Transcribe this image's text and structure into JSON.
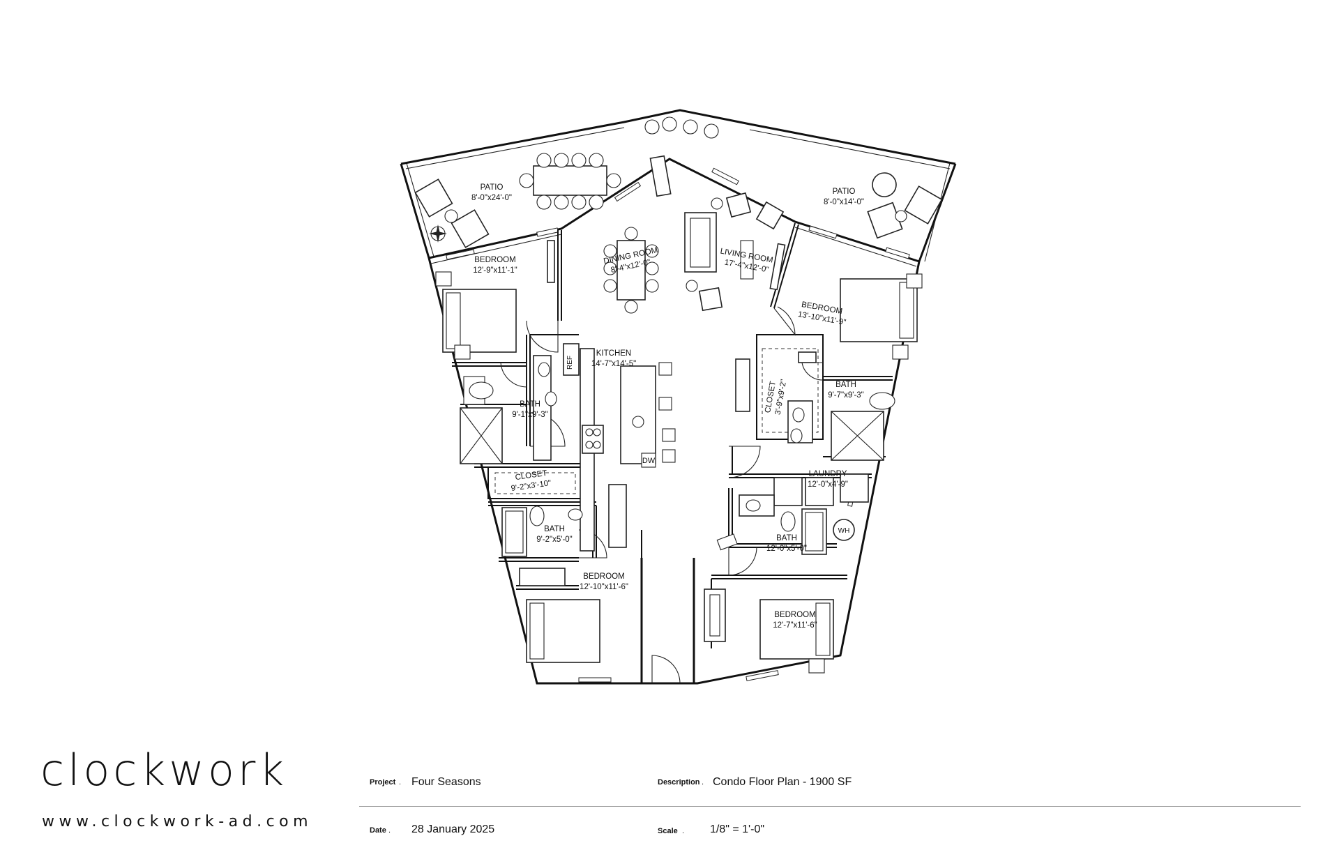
{
  "rooms": [
    {
      "name": "PATIO",
      "dims": "8'-0\"x24'-0\""
    },
    {
      "name": "PATIO",
      "dims": "8'-0\"x14'-0\""
    },
    {
      "name": "BEDROOM",
      "dims": "12'-9\"x11'-1\""
    },
    {
      "name": "DINING ROOM",
      "dims": "8'-4\"x12'-0\""
    },
    {
      "name": "LIVING ROOM",
      "dims": "17'-4\"x12'-0\""
    },
    {
      "name": "BEDROOM",
      "dims": "13'-10\"x11'-9\""
    },
    {
      "name": "KITCHEN",
      "dims": "14'-7\"x14'-5\""
    },
    {
      "name": "BATH",
      "dims": "9'-1\"x9'-3\""
    },
    {
      "name": "CLOSET",
      "dims": "3'-9\"x9'-2\""
    },
    {
      "name": "BATH",
      "dims": "9'-7\"x9'-3\""
    },
    {
      "name": "CLOSET",
      "dims": "9'-2\"x3'-10\""
    },
    {
      "name": "LAUNDRY",
      "dims": "12'-0\"x4'-9\""
    },
    {
      "name": "BATH",
      "dims": "9'-2\"x5'-0\""
    },
    {
      "name": "BATH",
      "dims": "12'-0\"x5'-0\""
    },
    {
      "name": "BEDROOM",
      "dims": "12'-10\"x11'-6\""
    },
    {
      "name": "BEDROOM",
      "dims": "12'-7\"x11'-6\""
    }
  ],
  "fixtures": {
    "refrigerator": "REF",
    "dishwasher": "DW",
    "water_heater": "WH"
  },
  "brand": {
    "name": "clockwork",
    "website": "www.clockwork-ad.com"
  },
  "title_block": {
    "project_label": "Project",
    "project": "Four Seasons",
    "description_label": "Description",
    "description": "Condo Floor Plan - 1900 SF",
    "date_label": "Date",
    "date": "28 January 2025",
    "scale_label": "Scale",
    "scale": "1/8\" = 1'-0\"",
    "separator": "."
  }
}
